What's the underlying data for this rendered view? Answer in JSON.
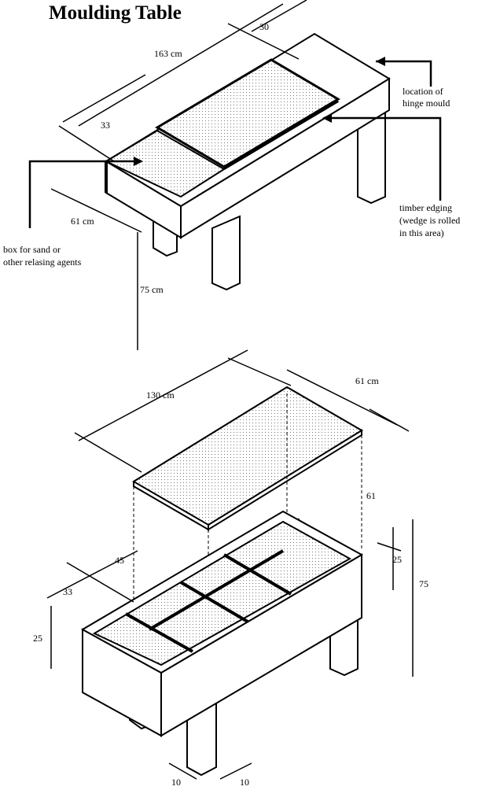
{
  "title": "Moulding Table",
  "top_view": {
    "dim_length": "163 cm",
    "dim_mould_width": "30",
    "dim_box": "33",
    "dim_width": "61 cm",
    "dim_height": "75 cm",
    "label_hinge": [
      "location of",
      "hinge mould"
    ],
    "label_edging": [
      "timber edging",
      "(wedge is rolled",
      "in this area)"
    ],
    "label_box": [
      "box  for sand or",
      "other relasing agents"
    ]
  },
  "bottom_view": {
    "dim_length": "130 cm",
    "dim_width": "61 cm",
    "dim_width_frame": "61",
    "dim_45": "45",
    "dim_33": "33",
    "dim_25_left": "25",
    "dim_25_right": "25",
    "dim_75": "75",
    "dim_leg_a": "10",
    "dim_leg_b": "10"
  }
}
